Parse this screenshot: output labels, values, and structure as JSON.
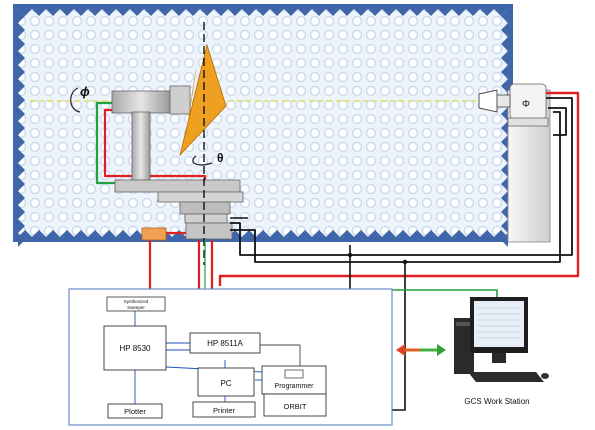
{
  "symbols": {
    "phi": "ϕ",
    "theta": "θ",
    "phi_cap": "Φ"
  },
  "instruments": {
    "synth_line1": "Synthesized",
    "synth_line2": "Sweeper",
    "hp8530": "HP 8530",
    "hp8511": "HP 8511A",
    "pc": "PC",
    "printer": "Printer",
    "programmer": "Programmer",
    "orbit": "ORBIT",
    "plotter": "Plotter"
  },
  "workstation_label": "GCS Work Station",
  "colors": {
    "chamber_outline": "#3a5a9a",
    "absorber": "#d8e6f6",
    "red_cable": "#e02020",
    "green_cable": "#20a040",
    "black_cable": "#111111",
    "feed_horn": "#e8a020",
    "blue_link": "#2050c0"
  }
}
